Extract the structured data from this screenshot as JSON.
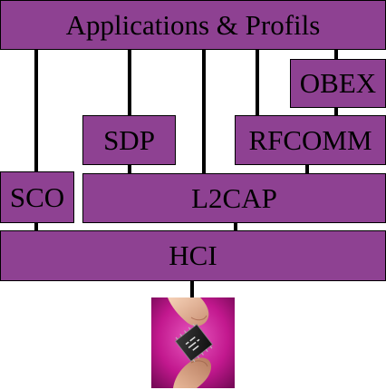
{
  "diagram": {
    "colors": {
      "box_fill": "#8e4192",
      "line": "#000000",
      "text": "#000000",
      "photo_bg": "#c2188e"
    },
    "labels": {
      "applications": "Applications & Profils",
      "obex": "OBEX",
      "sdp": "SDP",
      "rfcomm": "RFCOMM",
      "sco": "SCO",
      "l2cap": "L2CAP",
      "hci": "HCI"
    },
    "photo": {
      "subject": "fingers-holding-bluetooth-chip"
    }
  }
}
